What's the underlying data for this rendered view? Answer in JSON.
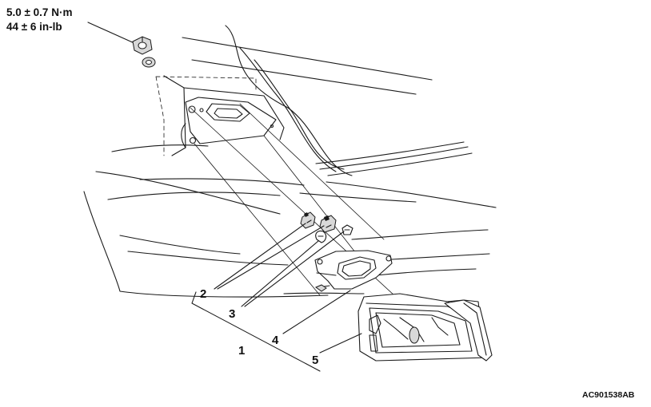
{
  "torque": {
    "line1": "5.0 ± 0.7 N·m",
    "line2": "44 ± 6 in-lb"
  },
  "callouts": {
    "c1": "1",
    "c2": "2",
    "c3": "3",
    "c4": "4",
    "c5": "5"
  },
  "figure_id": "AC901538AB"
}
